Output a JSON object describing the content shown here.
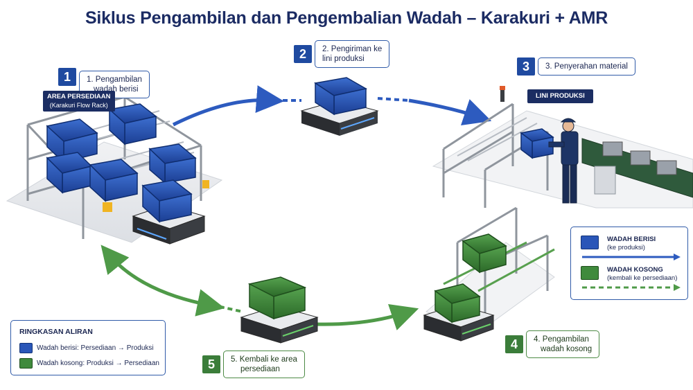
{
  "title": "Siklus Pengambilan dan Pengembalian Wadah – Karakuri + AMR",
  "steps": [
    {
      "number": "1",
      "label_line1": "1. Pengambilan",
      "label_line2": "wadah berisi"
    },
    {
      "number": "2",
      "label_line1": "2. Pengiriman ke",
      "label_line2": "lini produksi"
    },
    {
      "number": "3",
      "label_line1": "3. Penyerahan material",
      "label_line2": ""
    },
    {
      "number": "4",
      "label_line1": "4. Pengambilan",
      "label_line2": "wadah kosong"
    },
    {
      "number": "5",
      "label_line1": "5. Kembali ke area",
      "label_line2": "persediaan"
    }
  ],
  "tags": {
    "storage_title": "AREA PERSEDIAAN",
    "storage_sub": "(Karakuri Flow Rack)",
    "line_title": "LINI PRODUKSI"
  },
  "legend": {
    "full_title": "WADAH BERISI",
    "full_sub": "(ke produksi)",
    "empty_title": "WADAH KOSONG",
    "empty_sub": "(kembali ke persediaan)"
  },
  "summary": {
    "title": "RINGKASAN ALIRAN",
    "full_row": "Wadah berisi: Persediaan → Produksi",
    "empty_row": "Wadah kosong: Produksi → Persediaan"
  },
  "colors": {
    "full": "#2a56b8",
    "empty": "#3f8a3c",
    "accent": "#1b2d62"
  }
}
